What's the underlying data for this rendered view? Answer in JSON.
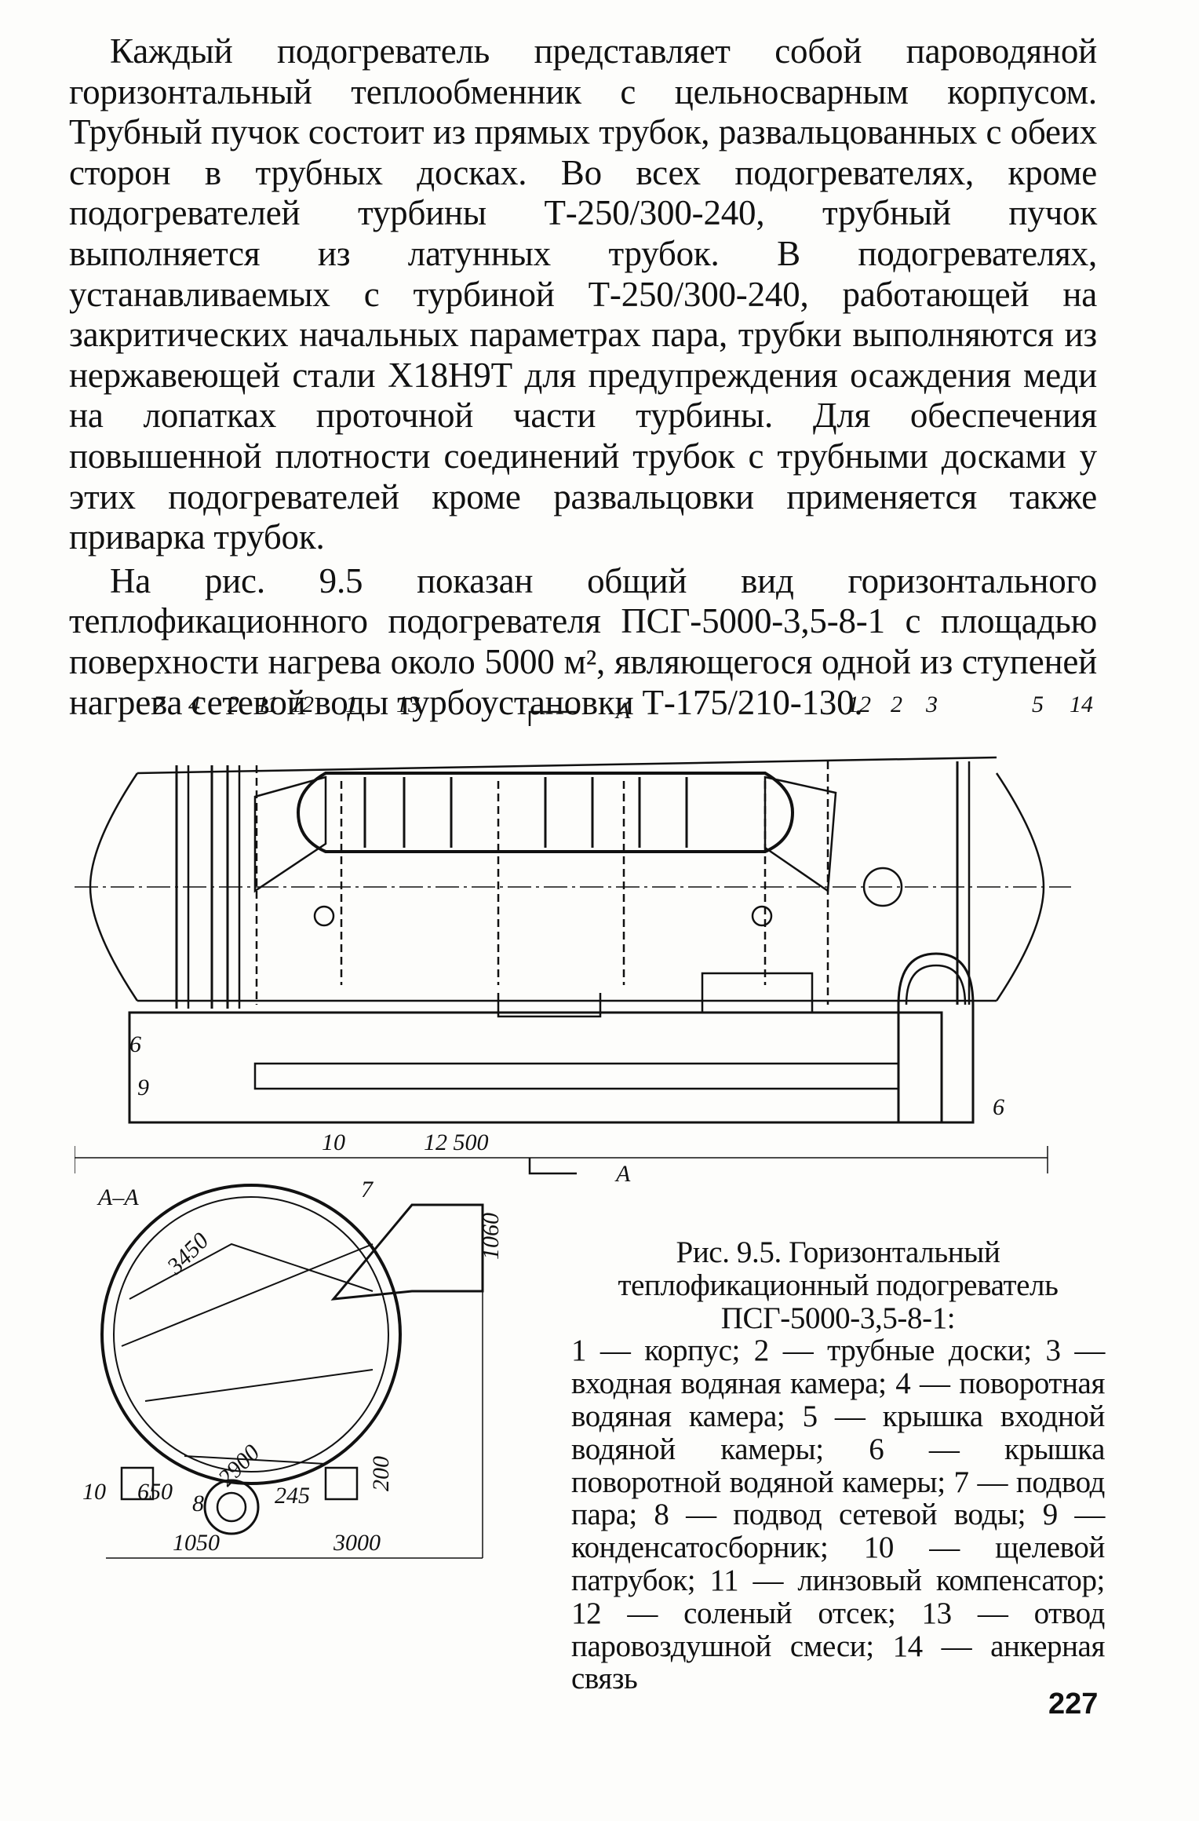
{
  "paragraphs": [
    "Каждый подогреватель представляет собой пароводяной горизонтальный теплообменник с цельносварным корпусом. Трубный пучок состоит из прямых трубок, развальцованных с обеих сторон в трубных досках. Во всех подогревателях, кроме подогревателей турбины Т-250/300-240, трубный пучок выполняется из латунных трубок. В подогревателях, устанавливаемых с турбиной Т-250/300-240, работающей на закритических начальных параметрах пара, трубки выполняются из нержавеющей стали Х18Н9Т для предупреждения осаждения меди на лопатках проточной части турбины. Для обеспечения повышенной плотности соединений трубок с трубными досками у этих подогревателей кроме развальцовки применяется также приварка трубок.",
    "На рис. 9.5 показан общий вид горизонтального теплофикационного подогревателя ПСГ-5000-3,5-8-1 с площадью поверхности нагрева около 5000 м², являющегося одной из ступеней нагрева сетевой воды турбоустановки  Т-175/210-130."
  ],
  "figure": {
    "callouts_top": [
      "7",
      "4",
      "2",
      "11",
      "12",
      "1",
      "13",
      "12",
      "2",
      "3",
      "5",
      "14"
    ],
    "callouts_side": [
      "6",
      "9",
      "10",
      "6"
    ],
    "dimension_length": "12 500",
    "section_marker": "A",
    "section_title": "А–А",
    "section_callouts": [
      "7",
      "10",
      "8"
    ],
    "section_dims": [
      "1060",
      "3450",
      "200",
      "650",
      "2900",
      "245",
      "1050",
      "3000"
    ]
  },
  "caption": {
    "title": "Рис. 9.5. Горизонтальный теплофикационный подогреватель ПСГ-5000-3,5-8-1:",
    "body": "1 — корпус; 2 — трубные доски; 3 — входная водяная камера; 4 — поворотная водяная камера; 5 — крышка входной водяной камеры; 6 — крышка поворотной водяной камеры; 7 — подвод пара; 8 — подвод сетевой воды; 9 — конденсатосборник; 10 — щелевой патрубок; 11 — линзовый компенсатор; 12 — соленый отсек; 13 — отвод паровоздушной смеси; 14 — анкерная связь"
  },
  "page_number": "227"
}
